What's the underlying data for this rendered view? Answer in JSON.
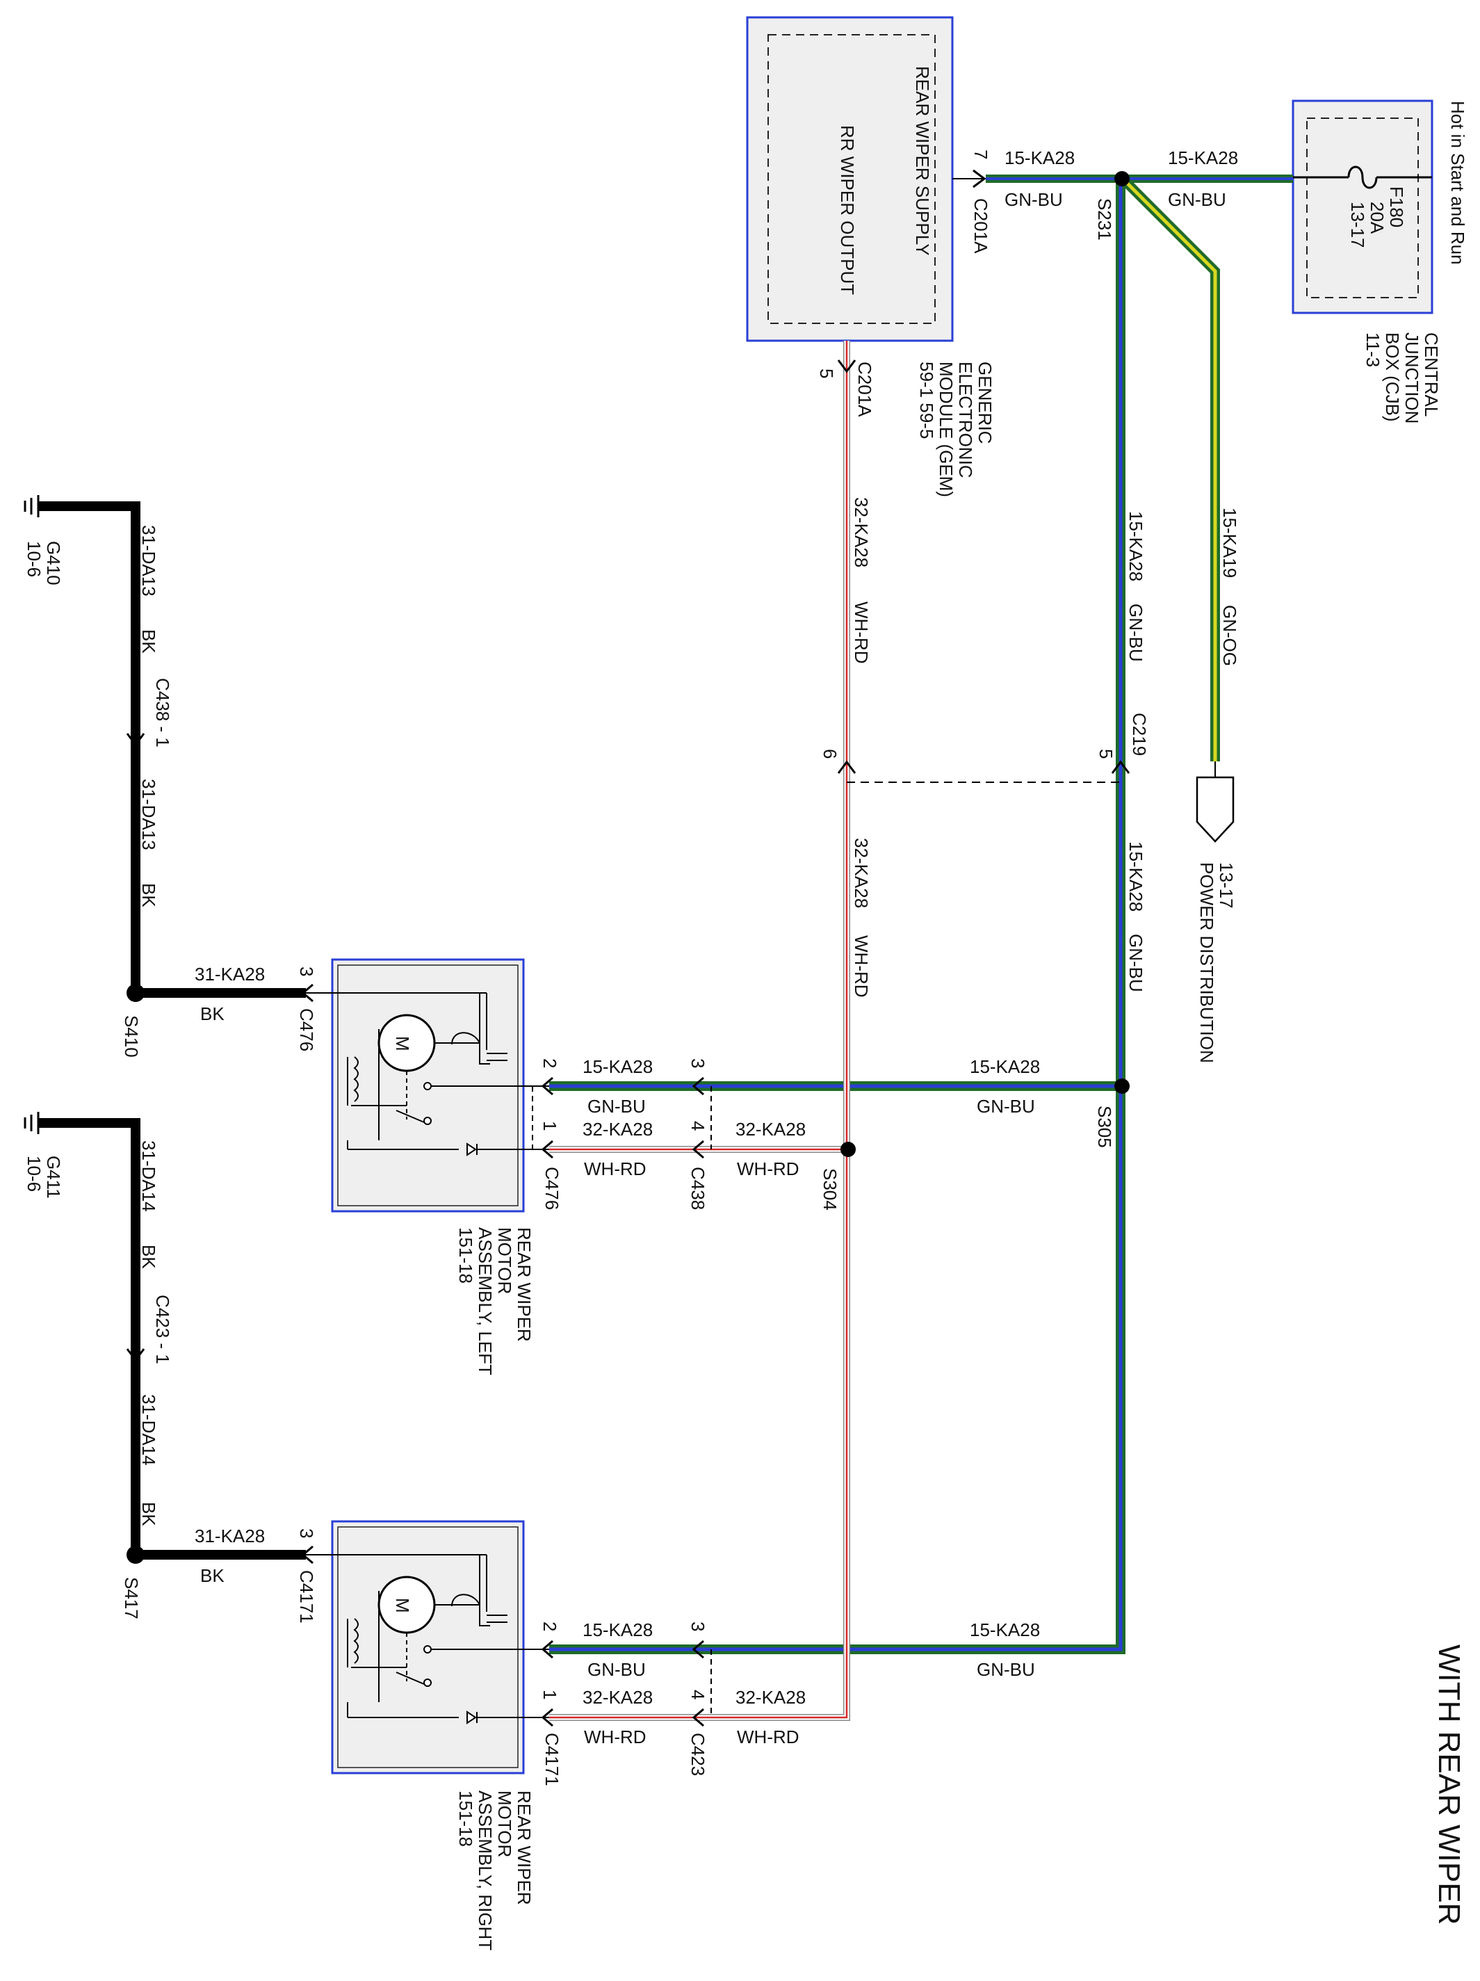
{
  "title": "WITH REAR WIPER",
  "gem": {
    "box_label_1": "REAR WIPER SUPPLY",
    "box_label_2": "RR WIPER OUTPUT",
    "name_lines": [
      "GENERIC",
      "ELECTRONIC",
      "MODULE (GEM)",
      "59-1   59-5"
    ],
    "pin_supply": "7",
    "pin_output": "5",
    "connector": "C201A",
    "connector_out": "C201A"
  },
  "cjb": {
    "name_lines": [
      "CENTRAL",
      "JUNCTION",
      "BOX (CJB)",
      "11-3"
    ],
    "fuse_lines": [
      "F180",
      "20A",
      "13-17"
    ],
    "hot_label": "Hot in Start and Run"
  },
  "power_dist": {
    "label": "POWER DISTRIBUTION",
    "ref": "13-17"
  },
  "wires": {
    "w15_top_left": "15-KA28",
    "w15_top_left_color": "GN-BU",
    "w15_top_right": "15-KA28",
    "w15_top_right_color": "GN-BU",
    "w15_ka19": "15-KA19",
    "w15_ka19_color": "GN-OG",
    "w15_vert_1": "15-KA28",
    "w15_vert_1_color": "GN-BU",
    "w15_vert_2": "15-KA28",
    "w15_vert_2_color": "GN-BU",
    "w32_vert_1": "32-KA28",
    "w32_vert_1_color": "WH-RD",
    "w32_vert_2": "32-KA28",
    "w32_vert_2_color": "WH-RD"
  },
  "connectors": {
    "c219": "C219",
    "c219_pin_a": "5",
    "c219_pin_b": "6",
    "s231": "S231",
    "s305": "S305",
    "s304": "S304"
  },
  "left_motor": {
    "name_lines": [
      "REAR WIPER",
      "MOTOR",
      "ASSEMBLY, LEFT",
      "151-18"
    ],
    "motor_symbol": "M",
    "conn": "C476",
    "conn_mid": "C438",
    "pin_ground": "3",
    "pin_15": "2",
    "pin_15_mid": "3",
    "pin_32": "1",
    "pin_32_mid": "4",
    "wire_15_a": "15-KA28",
    "wire_15_a_color": "GN-BU",
    "wire_15_b": "15-KA28",
    "wire_15_b_color": "GN-BU",
    "wire_32_a": "32-KA28",
    "wire_32_a_color": "WH-RD",
    "wire_32_b": "32-KA28",
    "wire_32_b_color": "WH-RD",
    "ground_wire": "31-KA28",
    "ground_wire_color": "BK",
    "splice": "S410",
    "ground_wire_2": "31-DA13",
    "ground_wire_2_color": "BK",
    "ground_wire_3": "31-DA13",
    "ground_wire_3_color": "BK",
    "inline_conn": "C438 - 1",
    "ground": "G410",
    "ground_ref": "10-6"
  },
  "right_motor": {
    "name_lines": [
      "REAR WIPER",
      "MOTOR",
      "ASSEMBLY, RIGHT",
      "151-18"
    ],
    "motor_symbol": "M",
    "conn": "C4171",
    "conn_mid": "C423",
    "pin_ground": "3",
    "pin_15": "2",
    "pin_15_mid": "3",
    "pin_32": "1",
    "pin_32_mid": "4",
    "wire_15_a": "15-KA28",
    "wire_15_a_color": "GN-BU",
    "wire_15_b": "15-KA28",
    "wire_15_b_color": "GN-BU",
    "wire_32_a": "32-KA28",
    "wire_32_a_color": "WH-RD",
    "wire_32_b": "32-KA28",
    "wire_32_b_color": "WH-RD",
    "ground_wire": "31-KA28",
    "ground_wire_color": "BK",
    "splice": "S417",
    "ground_wire_2": "31-DA14",
    "ground_wire_2_color": "BK",
    "ground_wire_3": "31-DA14",
    "ground_wire_3_color": "BK",
    "inline_conn": "C423 - 1",
    "ground": "G411",
    "ground_ref": "10-6"
  },
  "colors": {
    "green": "#1f6b2a",
    "blue": "#2a3fd6",
    "red": "#d42a2a",
    "yellow": "#d8d820",
    "box_border": "#2a3fd6",
    "box_fill": "#efefef"
  }
}
